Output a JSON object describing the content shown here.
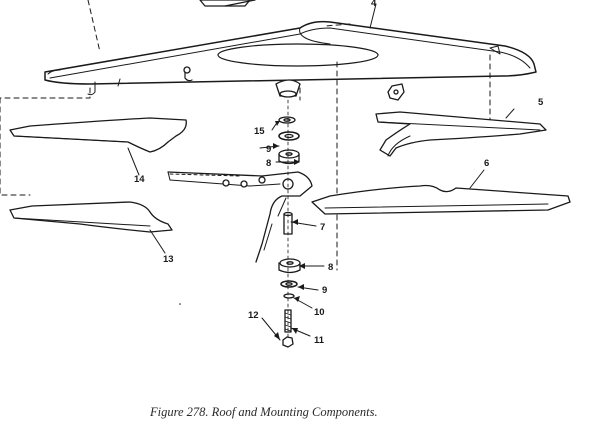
{
  "figure": {
    "caption": "Figure 278.  Roof and Mounting Components."
  },
  "callouts": {
    "c4": "4",
    "c5": "5",
    "c6": "6",
    "c7": "7",
    "c8a": "8",
    "c8b": "8",
    "c9a": "9",
    "c9b": "9",
    "c10": "10",
    "c11": "11",
    "c12": "12",
    "c13": "13",
    "c14": "14",
    "c15": "15"
  },
  "colors": {
    "ink": "#1a1a1a",
    "background": "#ffffff"
  }
}
